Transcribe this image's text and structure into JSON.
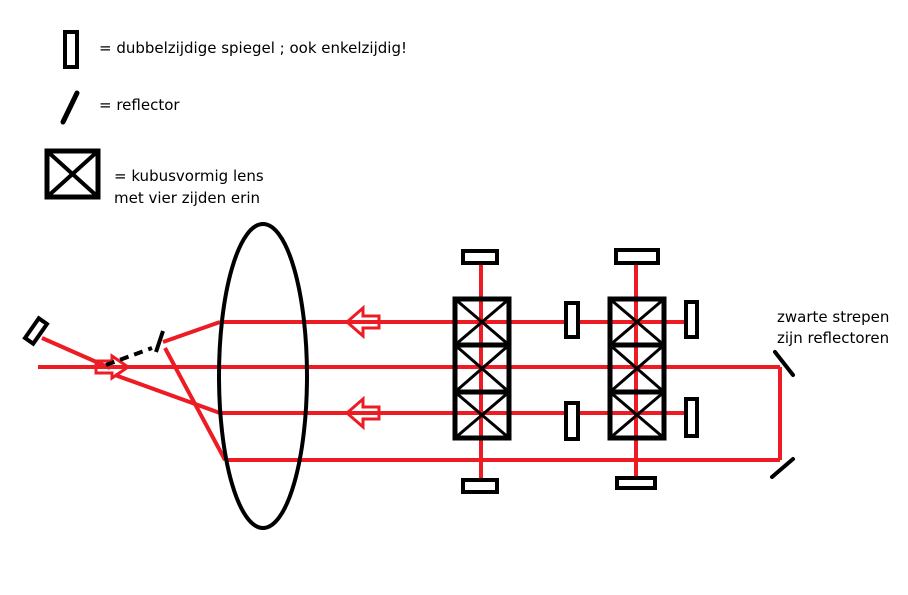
{
  "colors": {
    "beam": "#ed1c24",
    "ink": "#000000",
    "background": "#ffffff"
  },
  "legend": {
    "items": [
      {
        "symbol": "mirror-icon",
        "text": "= dubbelzijdige spiegel  ; ook enkelzijdig!"
      },
      {
        "symbol": "reflector-icon",
        "text": "= reflector"
      },
      {
        "symbol": "cube-lens-icon",
        "text": "= kubusvormig lens",
        "text2": "met vier zijden erin"
      }
    ]
  },
  "annotation": {
    "line1": "zwarte strepen",
    "line2": "zijn reflectoren"
  }
}
